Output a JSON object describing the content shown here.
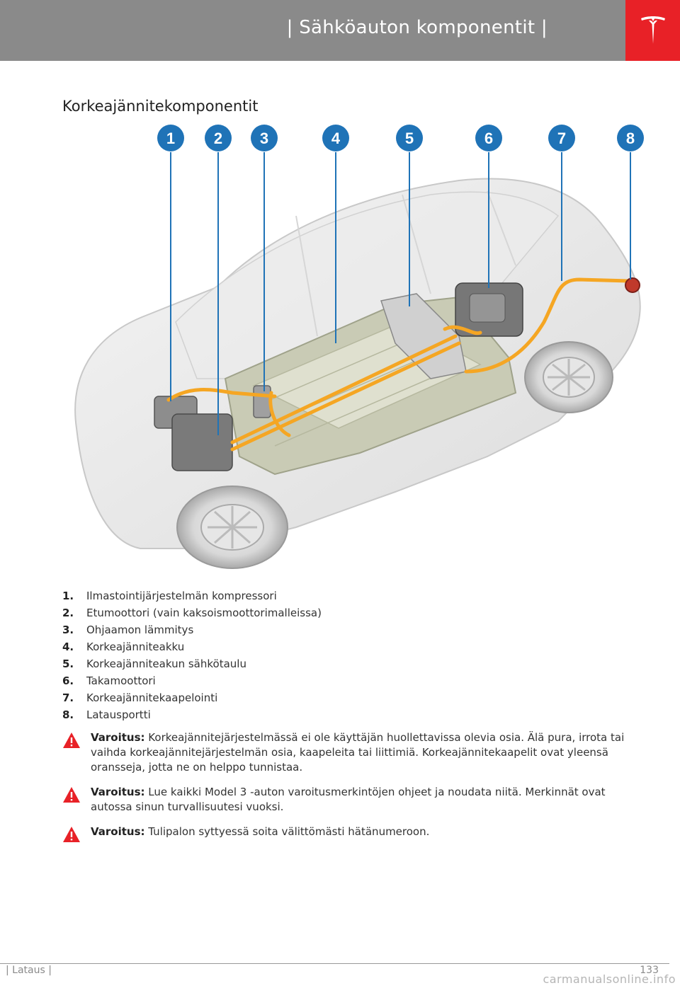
{
  "header": {
    "title": "| Sähköauton komponentit |",
    "bar_color": "#8a8a8a",
    "logo_color": "#e82127",
    "logo": "tesla-logo"
  },
  "section_title": "Korkeajännitekomponentit",
  "diagram": {
    "callouts": [
      "1",
      "2",
      "3",
      "4",
      "5",
      "6",
      "7",
      "8"
    ],
    "callout_color": "#1f73b7",
    "cable_color": "#f5a623"
  },
  "components": [
    {
      "num": "1.",
      "label": "Ilmastointijärjestelmän kompressori"
    },
    {
      "num": "2.",
      "label": "Etumoottori (vain kaksoismoottorimalleissa)"
    },
    {
      "num": "3.",
      "label": "Ohjaamon lämmitys"
    },
    {
      "num": "4.",
      "label": "Korkeajänniteakku"
    },
    {
      "num": "5.",
      "label": "Korkeajänniteakun sähkötaulu"
    },
    {
      "num": "6.",
      "label": "Takamoottori"
    },
    {
      "num": "7.",
      "label": "Korkeajännitekaapelointi"
    },
    {
      "num": "8.",
      "label": "Latausportti"
    }
  ],
  "warnings": [
    {
      "label": "Varoitus:",
      "text": " Korkeajännitejärjestelmässä ei ole käyttäjän huollettavissa olevia osia. Älä pura, irrota tai vaihda korkeajännitejärjestelmän osia, kaapeleita tai liittimiä. Korkeajännitekaapelit ovat yleensä oransseja, jotta ne on helppo tunnistaa."
    },
    {
      "label": "Varoitus:",
      "text": " Lue kaikki Model 3 -auton varoitusmerkintöjen ohjeet ja noudata niitä. Merkinnät ovat autossa sinun turvallisuutesi vuoksi."
    },
    {
      "label": "Varoitus:",
      "text": " Tulipalon syttyessä soita välittömästi hätänumeroon."
    }
  ],
  "warning_icon": "warning-triangle-icon",
  "warning_color": "#e82127",
  "footer": {
    "section": "| Lataus |",
    "page": "133",
    "watermark": "carmanualsonline.info"
  }
}
